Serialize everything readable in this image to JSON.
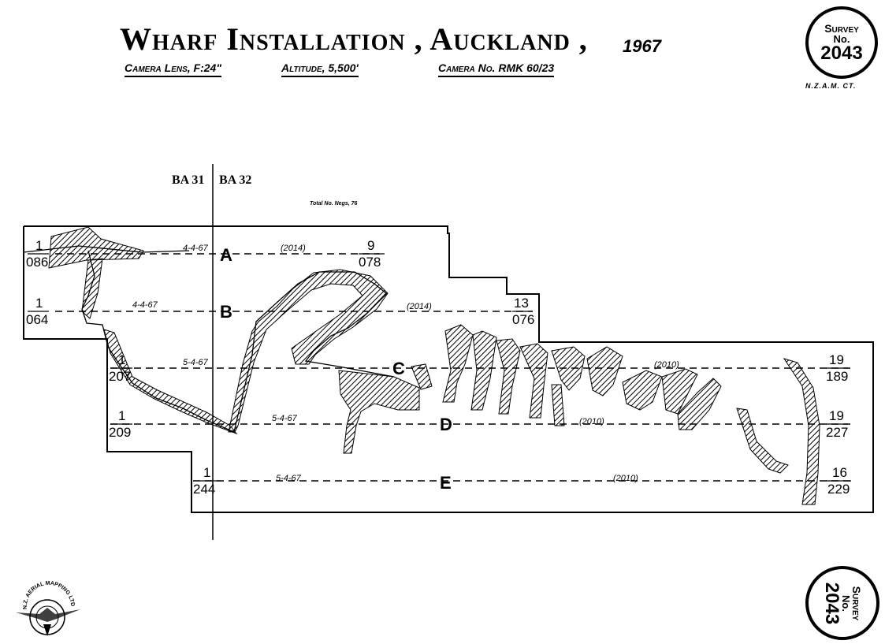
{
  "header": {
    "title": "Wharf Installation , Auckland ,",
    "year": "1967",
    "camera_lens": "Camera Lens, F:24\"",
    "altitude": "Altitude, 5,500'",
    "camera_no": "Camera No. RMK 60/23",
    "credit": "N.Z.A.M. CT."
  },
  "stamp": {
    "line1": "Survey",
    "line2": "No.",
    "number": "2043"
  },
  "sheets": {
    "left": "BA 31",
    "right": "BA 32"
  },
  "total_negs": "Total No. Negs, 76",
  "logo_text": "N.Z. AERIAL MAPPING LTD",
  "runs": [
    {
      "id": "A",
      "date": "4-4-67",
      "film": "(2014)",
      "start_top": "1",
      "start_bottom": "086",
      "end_top": "9",
      "end_bottom": "078"
    },
    {
      "id": "B",
      "date": "4-4-67",
      "film": "(2014)",
      "start_top": "1",
      "start_bottom": "064",
      "end_top": "13",
      "end_bottom": "076"
    },
    {
      "id": "C",
      "date": "5-4-67",
      "film": "(2010)",
      "start_top": "1",
      "start_bottom": "207",
      "end_top": "19",
      "end_bottom": "189"
    },
    {
      "id": "D",
      "date": "5-4-67",
      "film": "(2010)",
      "start_top": "1",
      "start_bottom": "209",
      "end_top": "19",
      "end_bottom": "227"
    },
    {
      "id": "E",
      "date": "5-4-67",
      "film": "(2010)",
      "start_top": "1",
      "start_bottom": "244",
      "end_top": "16",
      "end_bottom": "229"
    }
  ]
}
